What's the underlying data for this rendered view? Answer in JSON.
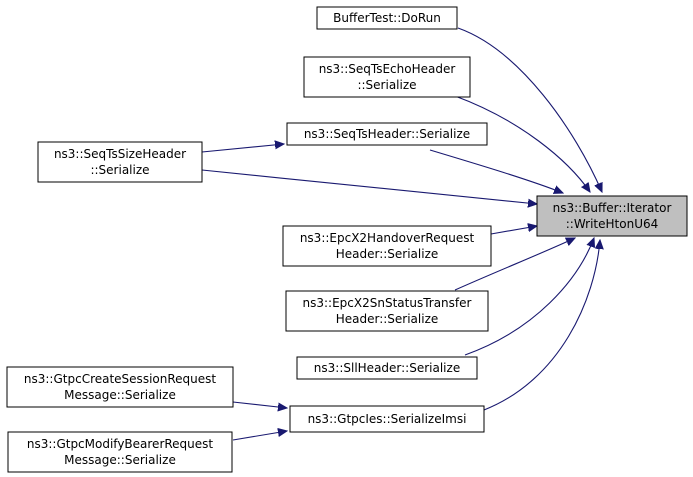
{
  "graph": {
    "colors": {
      "edge": "#191970",
      "focus_fill": "#bfbfbf",
      "node_fill": "#ffffff",
      "node_border": "#000000"
    },
    "focus": {
      "lines": [
        "ns3::Buffer::Iterator",
        "::WriteHtonU64"
      ]
    },
    "callers": [
      {
        "id": "buffertest-dorun",
        "lines": [
          "BufferTest::DoRun"
        ]
      },
      {
        "id": "seqtsechoheader-serialize",
        "lines": [
          "ns3::SeqTsEchoHeader",
          "::Serialize"
        ]
      },
      {
        "id": "seqtsheader-serialize",
        "lines": [
          "ns3::SeqTsHeader::Serialize"
        ]
      },
      {
        "id": "seqtssizeheader-serialize",
        "lines": [
          "ns3::SeqTsSizeHeader",
          "::Serialize"
        ]
      },
      {
        "id": "epcx2handoverrequestheader-serialize",
        "lines": [
          "ns3::EpcX2HandoverRequest",
          "Header::Serialize"
        ]
      },
      {
        "id": "epcx2snstatustransferheader-serialize",
        "lines": [
          "ns3::EpcX2SnStatusTransfer",
          "Header::Serialize"
        ]
      },
      {
        "id": "sllheader-serialize",
        "lines": [
          "ns3::SllHeader::Serialize"
        ]
      },
      {
        "id": "gtpcies-serializeimsi",
        "lines": [
          "ns3::GtpcIes::SerializeImsi"
        ]
      },
      {
        "id": "gtpccreatesessionrequestmessage-serialize",
        "lines": [
          "ns3::GtpcCreateSessionRequest",
          "Message::Serialize"
        ]
      },
      {
        "id": "gtpcmodifybearerrequestmessage-serialize",
        "lines": [
          "ns3::GtpcModifyBearerRequest",
          "Message::Serialize"
        ]
      }
    ]
  }
}
